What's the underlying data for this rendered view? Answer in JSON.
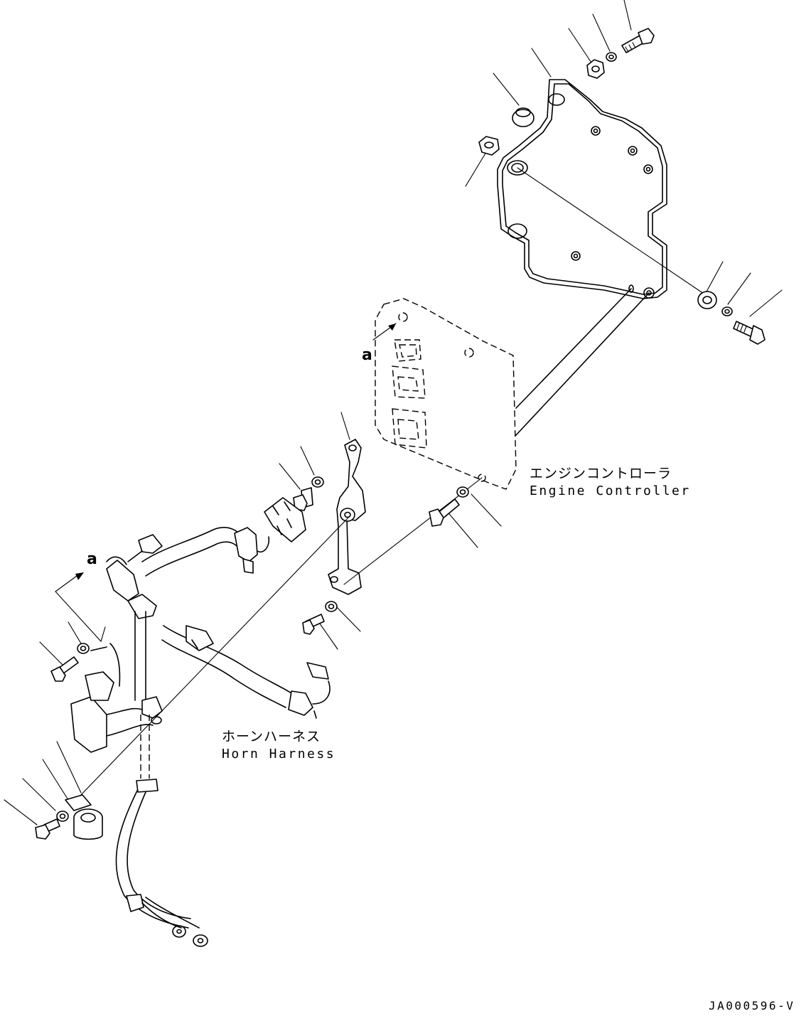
{
  "labels": {
    "engine_controller_jp": "エンジンコントローラ",
    "engine_controller_en": "Engine Controller",
    "horn_harness_jp": "ホーンハーネス",
    "horn_harness_en": "Horn Harness",
    "view_ref_1": "a",
    "view_ref_2": "a",
    "drawing_code": "JA000596-V"
  }
}
